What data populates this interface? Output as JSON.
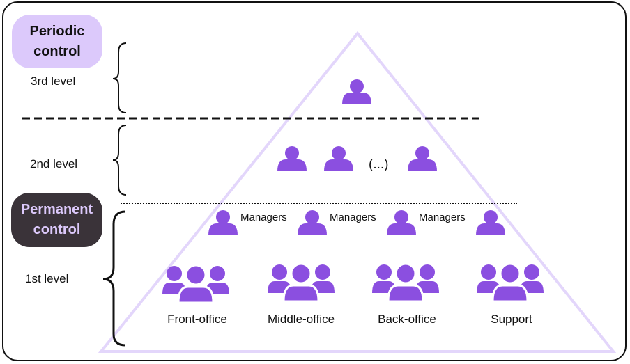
{
  "badges": {
    "periodic": [
      "Periodic",
      "control"
    ],
    "permanent": [
      "Permanent",
      "control"
    ]
  },
  "levels": {
    "third": "3rd level",
    "second": "2nd level",
    "first": "1st level"
  },
  "managers_label": "Managers",
  "ellipsis": "(...)",
  "departments": [
    "Front-office",
    "Middle-office",
    "Back-office",
    "Support"
  ],
  "colors": {
    "person": "#8b4fe0",
    "triangle": "#e3d6fb",
    "periodic_badge": "#dcc9fb",
    "permanent_badge": "#3a3339",
    "line": "#111111"
  },
  "icons": {
    "person": "person-icon",
    "group": "group-icon",
    "brace": "curly-brace-icon"
  }
}
